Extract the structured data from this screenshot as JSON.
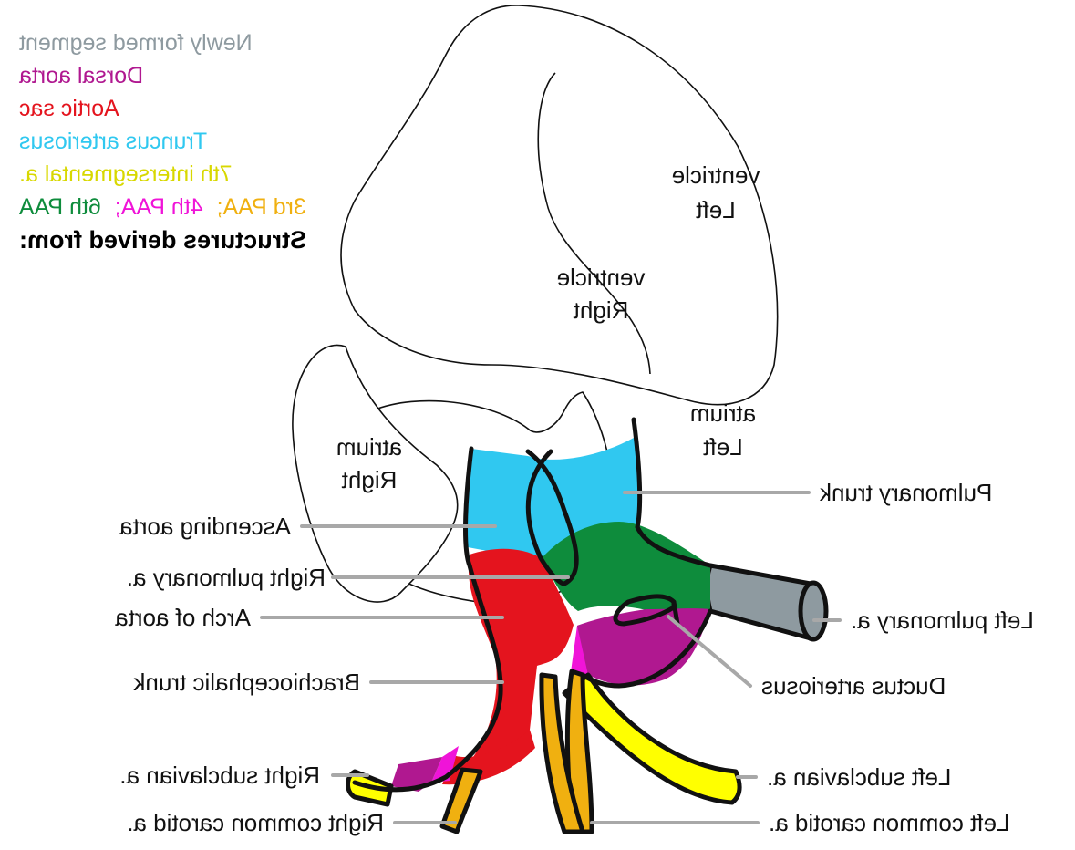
{
  "legend": {
    "title": "Structures derived from:",
    "items": [
      {
        "text": "Newly formed segment",
        "color": "#8e9aa0"
      },
      {
        "text": "Dorsal aorta",
        "color": "#b01890"
      },
      {
        "text": "Aortic sac",
        "color": "#e4141e"
      },
      {
        "text": "Truncus arteriosus",
        "color": "#30c8f0"
      },
      {
        "text": "7th intersegmental a.",
        "color": "#e0e000"
      }
    ],
    "paa": [
      {
        "text": "3rd PAA;",
        "color": "#f0b010"
      },
      {
        "text": "4th PAA;",
        "color": "#f014d8"
      },
      {
        "text": "6th PAA",
        "color": "#0e8c3c"
      }
    ]
  },
  "chambers": {
    "right_ventricle": [
      "Right",
      "ventricle"
    ],
    "left_ventricle": [
      "Left",
      "ventricle"
    ],
    "right_atrium": [
      "Right",
      "atrium"
    ],
    "left_atrium": [
      "Left",
      "atrium"
    ]
  },
  "labels": {
    "ascending_aorta": "Ascending aorta",
    "right_pulmonary": "Right pulmonary a.",
    "arch_of_aorta": "Arch of aorta",
    "brachiocephalic": "Brachiocephalic trunk",
    "right_subclavian": "Right subclavian a.",
    "right_common_carotid": "Right common carotid a.",
    "pulmonary_trunk": "Pulmonary trunk",
    "left_pulmonary": "Left pulmonary a.",
    "ductus": "Ductus arteriosus",
    "left_subclavian": "Left subclavian a.",
    "left_common_carotid": "Left common carotid a."
  },
  "colors": {
    "truncus": "#30c8f0",
    "aortic_sac": "#e4141e",
    "sixth_paa": "#0e8c3c",
    "dorsal_aorta": "#b01890",
    "fourth_paa": "#f014d8",
    "third_paa": "#f0b010",
    "seventh_intersegmental": "#ffff00",
    "newly_formed": "#8e9aa0"
  }
}
